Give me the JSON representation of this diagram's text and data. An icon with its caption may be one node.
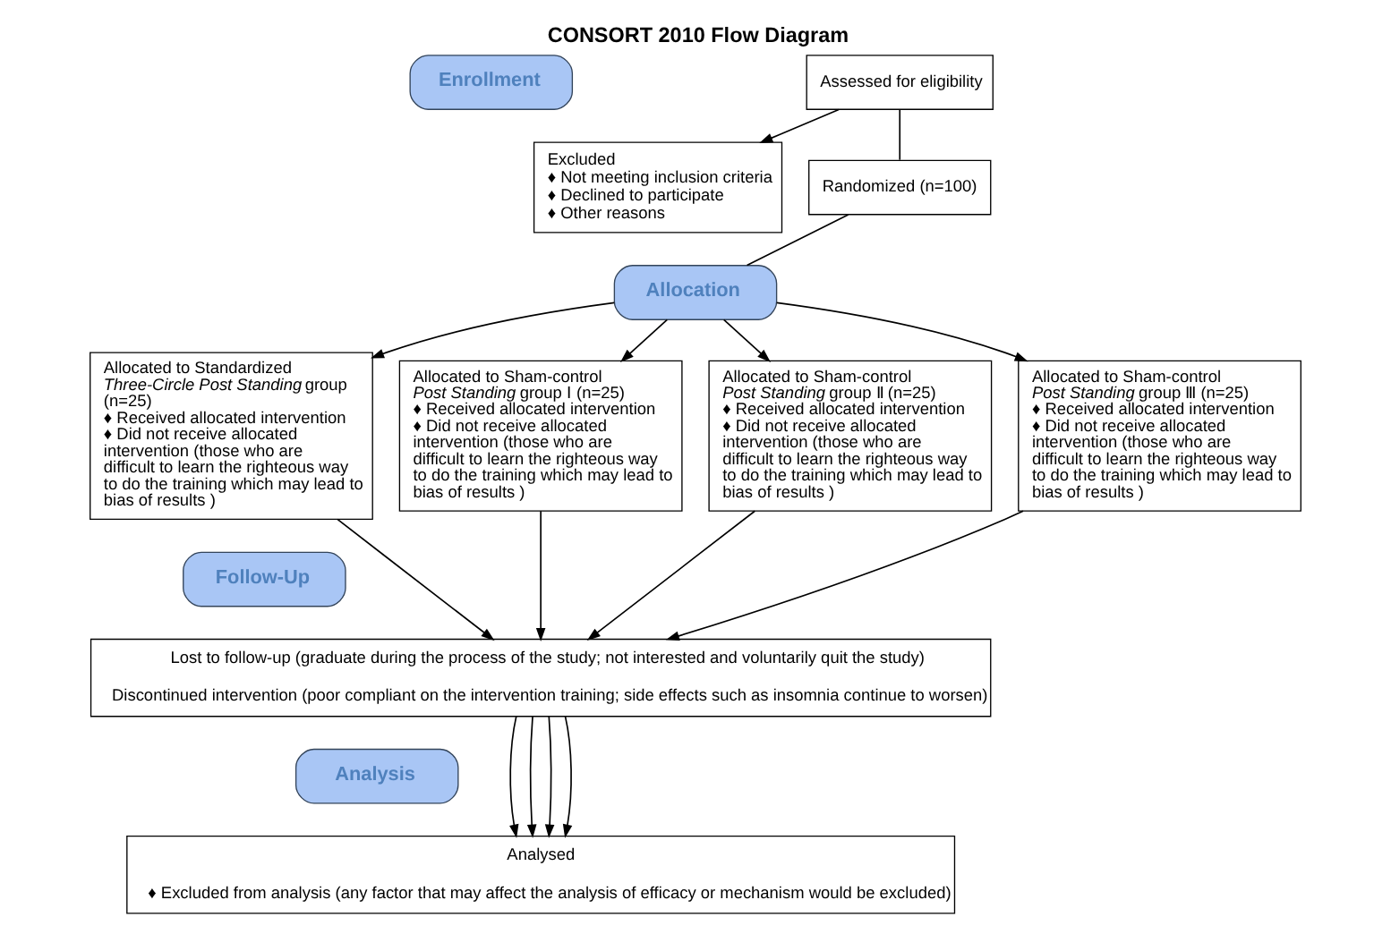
{
  "diagram": {
    "title": "CONSORT 2010 Flow Diagram",
    "nodes": [
      {
        "text": [
          "Enrollment"
        ]
      },
      {
        "text": [
          "Assessed for eligibility"
        ]
      },
      {
        "text": [
          "Excluded",
          "♦ Not meeting inclusion criteria",
          "♦ Declined to participate",
          "♦ Other reasons"
        ]
      },
      {
        "text": [
          "Randomized (n=100)"
        ]
      },
      {
        "text": [
          "Allocation"
        ]
      },
      {
        "text": [
          "Allocated to Standardized *Three-Circle Post Standing* group (n=25)",
          "♦ Received allocated intervention",
          "♦ Did not receive allocated intervention (those who are difficult to learn the righteous way to do the training which may lead to bias of results )"
        ]
      },
      {
        "text": [
          "Allocated to Sham-control *Post Standing* group Ⅰ (n=25)",
          "♦ Received allocated intervention",
          "♦ Did not receive allocated intervention (those who are difficult to learn the righteous way to do the training which may lead to bias of results )"
        ]
      },
      {
        "text": [
          "Allocated to Sham-control *Post Standing* group Ⅱ (n=25)",
          "♦ Received allocated intervention",
          "♦ Did not receive allocated intervention (those who are difficult to learn the righteous way to do the training which may lead to bias of results )"
        ]
      },
      {
        "text": [
          "Allocated to Sham-control *Post Standing* group Ⅲ (n=25)",
          "♦ Received allocated intervention",
          "♦ Did not receive allocated intervention (those who are difficult to learn the righteous way to do the training which may lead to bias of results )"
        ]
      },
      {
        "text": [
          "Follow-Up"
        ]
      },
      {
        "text": [
          "Lost to follow-up (graduate during the process of the study; not interested and voluntarily quit the study)",
          "Discontinued intervention (poor compliant on the intervention training; side effects such as insomnia continue to worsen)"
        ]
      },
      {
        "text": [
          "Analysis"
        ]
      },
      {
        "text": [
          "Analysed",
          "♦ Excluded from analysis (any factor that may affect the analysis of efficacy or mechanism would be excluded)"
        ]
      }
    ],
    "edges": [
      {
        "from": 1,
        "to": 3,
        "arrow": "none"
      },
      {
        "from": 1,
        "to": 2,
        "arrow": "to"
      },
      {
        "from": 3,
        "to": 4,
        "arrow": "none"
      },
      {
        "from": 4,
        "to": 5,
        "arrow": "to"
      },
      {
        "from": 4,
        "to": 6,
        "arrow": "to"
      },
      {
        "from": 4,
        "to": 7,
        "arrow": "to"
      },
      {
        "from": 4,
        "to": 8,
        "arrow": "to"
      },
      {
        "from": 5,
        "to": 10,
        "arrow": "to"
      },
      {
        "from": 6,
        "to": 10,
        "arrow": "to"
      },
      {
        "from": 7,
        "to": 10,
        "arrow": "to"
      },
      {
        "from": 8,
        "to": 10,
        "arrow": "to"
      },
      {
        "from": 10,
        "to": 12,
        "arrow": "to"
      },
      {
        "from": 10,
        "to": 12,
        "arrow": "to"
      },
      {
        "from": 10,
        "to": 12,
        "arrow": "to"
      },
      {
        "from": 10,
        "to": 12,
        "arrow": "to"
      }
    ]
  }
}
